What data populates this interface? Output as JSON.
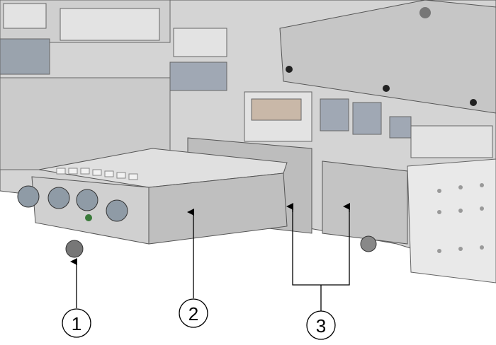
{
  "callouts": [
    {
      "label": "1",
      "target": "thumbscrew"
    },
    {
      "label": "2",
      "target": "module"
    },
    {
      "label": "3",
      "target": "empty-slots"
    }
  ],
  "colors": {
    "metal": "#c9c9c9",
    "dark": "#5a5a5a",
    "line": "#000000"
  }
}
